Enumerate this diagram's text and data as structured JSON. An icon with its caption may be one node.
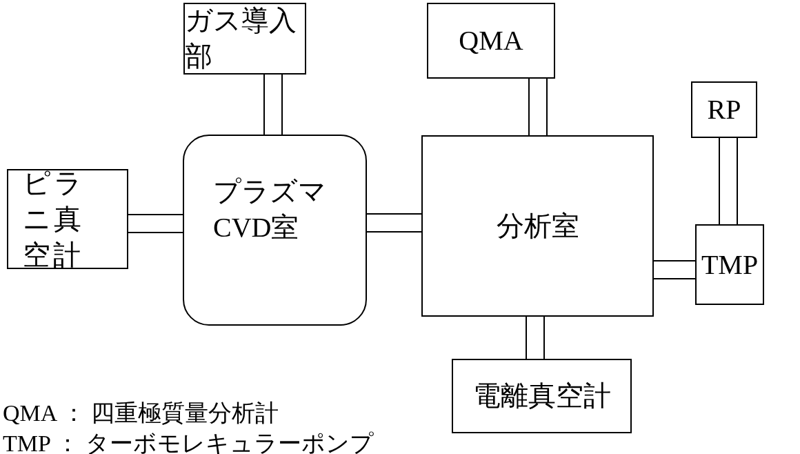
{
  "diagram": {
    "nodes": [
      {
        "text": [
          "ガス導入部"
        ]
      },
      {
        "text": [
          "QMA"
        ]
      },
      {
        "text": [
          "RP"
        ]
      },
      {
        "text": [
          "ピラニ真空計"
        ]
      },
      {
        "text": [
          "プラズマCVD室"
        ]
      },
      {
        "text": [
          "分析室"
        ]
      },
      {
        "text": [
          "TMP"
        ]
      },
      {
        "text": [
          "電離真空計"
        ]
      }
    ],
    "edges": [
      {
        "from": 0,
        "to": 4,
        "arrow": "none"
      },
      {
        "from": 1,
        "to": 5,
        "arrow": "none"
      },
      {
        "from": 2,
        "to": 6,
        "arrow": "none"
      },
      {
        "from": 3,
        "to": 4,
        "arrow": "none"
      },
      {
        "from": 4,
        "to": 5,
        "arrow": "none"
      },
      {
        "from": 5,
        "to": 6,
        "arrow": "none"
      },
      {
        "from": 5,
        "to": 7,
        "arrow": "none"
      }
    ],
    "labels": [
      "QMA ： 四重極質量分析計",
      "TMP ： ターボモレキュラーポンプ"
    ]
  }
}
